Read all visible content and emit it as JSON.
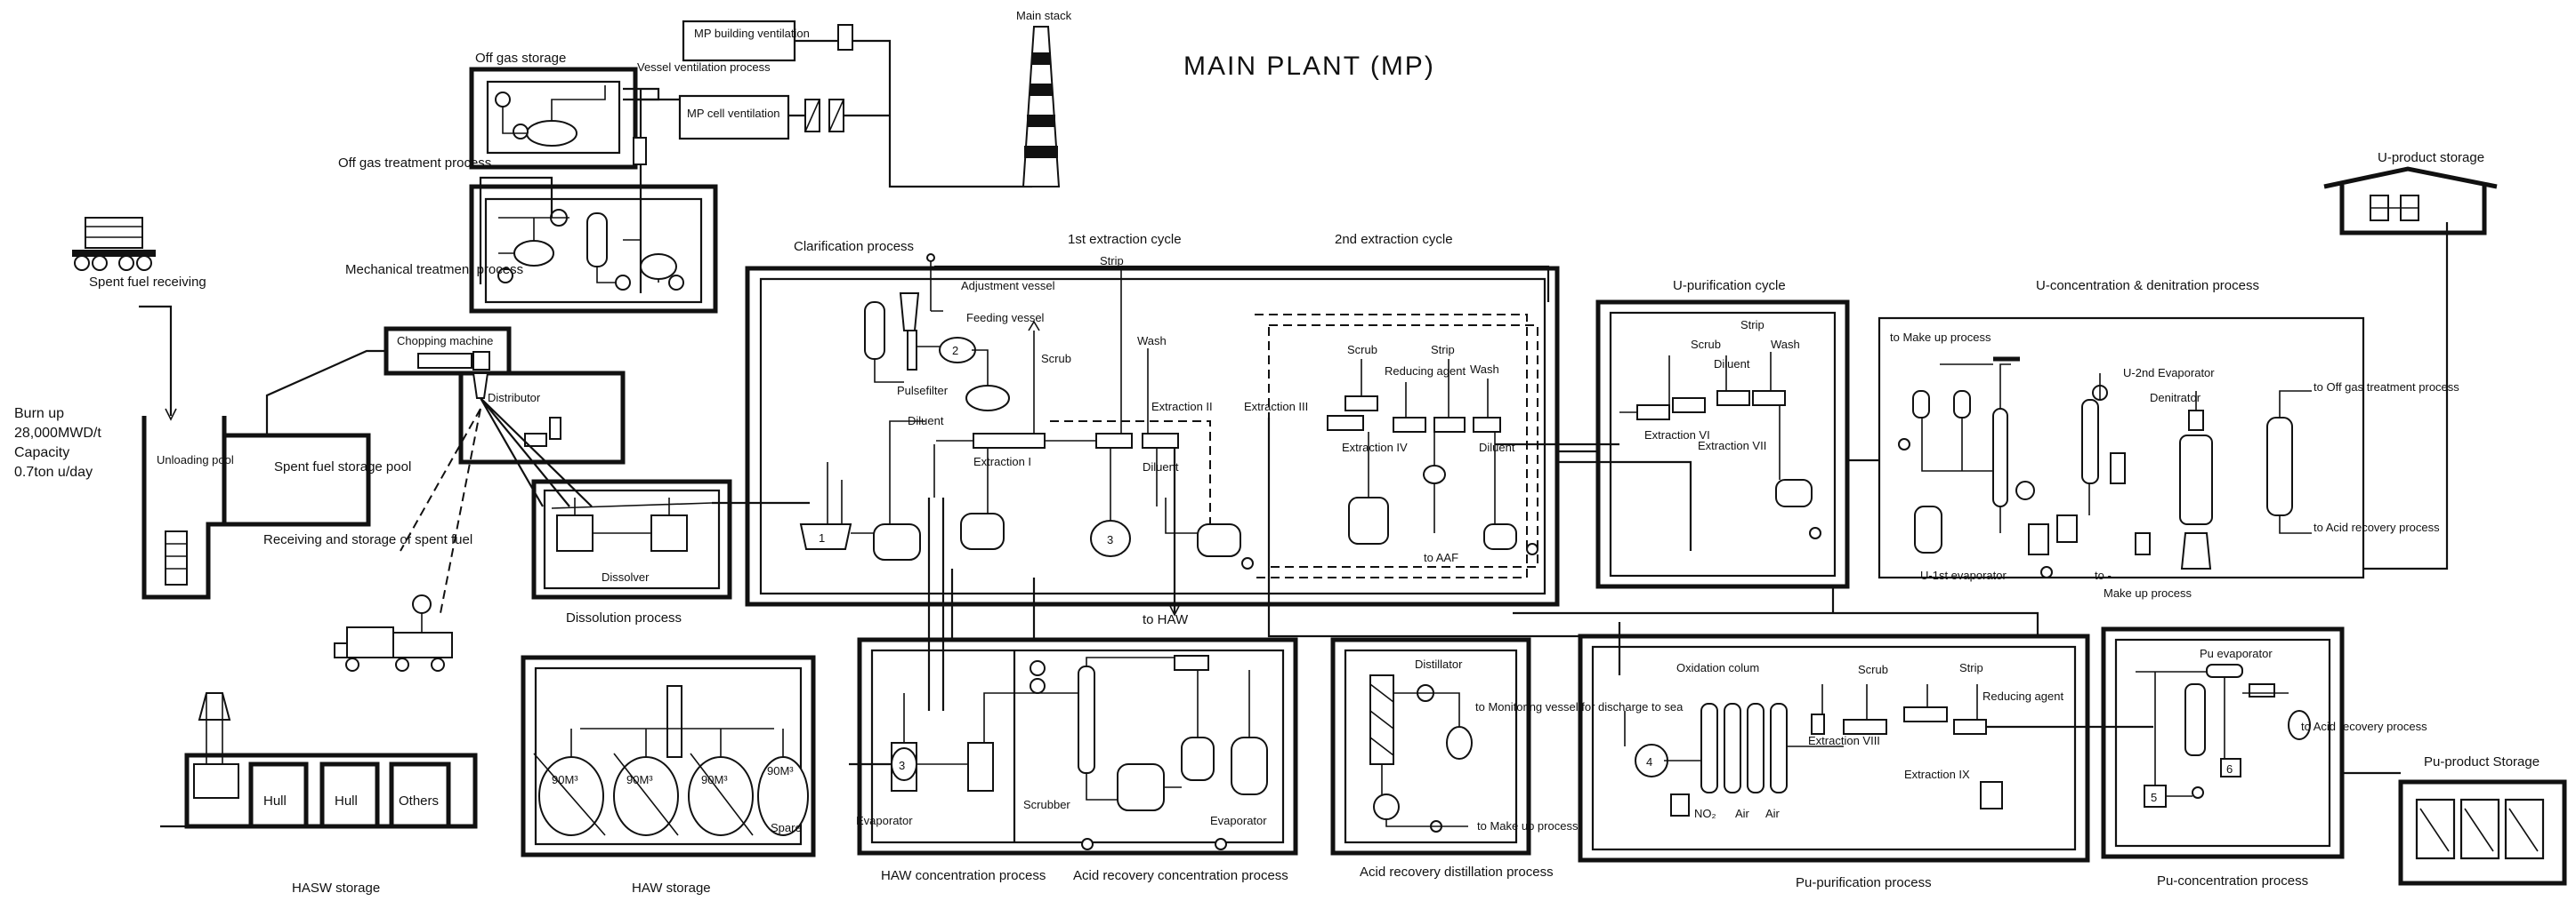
{
  "title": "MAIN PLANT (MP)",
  "labels": {
    "main_stack": "Main stack",
    "mp_building_ventilation": "MP building ventilation",
    "mp_cell_ventilation": "MP cell ventilation",
    "vessel_ventilation_process": "Vessel ventilation process",
    "off_gas_storage": "Off gas storage",
    "off_gas_treatment_process": "Off gas treatment process",
    "spent_fuel_receiving": "Spent fuel receiving",
    "mechanical_treatment_process": "Mechanical treatment process",
    "chopping_machine": "Chopping machine",
    "distributor": "Distributor",
    "burn_up": "Burn up",
    "burn_up_value": "28,000MWD/t",
    "capacity": "Capacity",
    "capacity_value": "0.7ton u/day",
    "unloading_pool": "Unloading pool",
    "spent_fuel_storage_pool": "Spent fuel storage pool",
    "receiving_storage": "Receiving and storage of spent fuel",
    "dissolver": "Dissolver",
    "dissolution_process": "Dissolution process",
    "clarification_process": "Clarification process",
    "first_extraction_cycle": "1st extraction cycle",
    "second_extraction_cycle": "2nd extraction cycle",
    "adjustment_vessel": "Adjustment vessel",
    "feeding_vessel": "Feeding vessel",
    "pulsefilter": "Pulsefilter",
    "scrub": "Scrub",
    "strip": "Strip",
    "wash": "Wash",
    "diluent": "Diluent",
    "extraction_1": "Extraction I",
    "extraction_2": "Extraction II",
    "extraction_3": "Extraction III",
    "extraction_4": "Extraction IV",
    "extraction_6": "Extraction VI",
    "extraction_7": "Extraction VII",
    "extraction_8": "Extraction VIII",
    "extraction_9": "Extraction IX",
    "reducing_agent": "Reducing agent",
    "to_haw": "to HAW",
    "to_aaf": "to AAF",
    "u_purification_cycle": "U-purification cycle",
    "u_concentration": "U-concentration & denitration process",
    "u_product_storage": "U-product storage",
    "to_make_up_process": "to Make up process",
    "u_2nd_evaporator": "U-2nd Evaporator",
    "denitrator": "Denitrator",
    "to_off_gas_treatment": "to Off gas treatment process",
    "to_acid_recovery_process": "to Acid recovery process",
    "u_1st_evaporator": "U-1st evaporator",
    "make_up_process": "Make up process",
    "to_dash": "to -",
    "hull": "Hull",
    "others": "Others",
    "hasw_storage": "HASW storage",
    "haw_storage": "HAW storage",
    "tank_90": "90M³",
    "spare": "Spare",
    "evaporator": "Evaporator",
    "scrubber": "Scrubber",
    "haw_concentration": "HAW concentration process",
    "acid_recovery_concentration": "Acid recovery concentration process",
    "distillator": "Distillator",
    "to_monitoring": "to Monitoring vessel for discharge to sea",
    "to_make_up": "to Make up process",
    "acid_recovery_distillation": "Acid recovery distillation process",
    "oxidation_column": "Oxidation colum",
    "no2": "NO₂",
    "air": "Air",
    "pu_purification": "Pu-purification process",
    "pu_evaporator": "Pu evaporator",
    "to_acid_recovery_process2": "to Acid recovery process",
    "pu_product_storage": "Pu-product Storage",
    "pu_concentration": "Pu-concentration process",
    "n1": "1",
    "n2": "2",
    "n3": "3",
    "n4": "4",
    "n5": "5",
    "n6": "6"
  }
}
